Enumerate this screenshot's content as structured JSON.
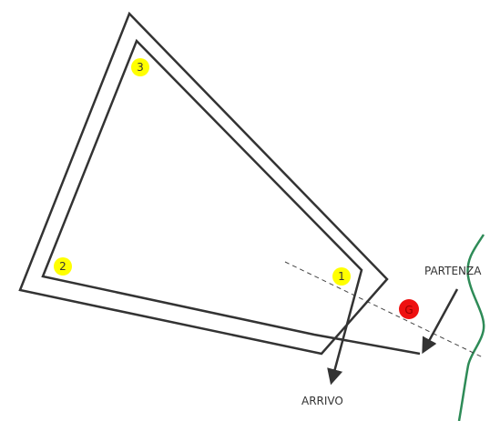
{
  "labels": {
    "start": "PARTENZA",
    "finish": "ARRIVO"
  },
  "buoys": [
    {
      "id": "1",
      "label": "1",
      "color": "#ffff00"
    },
    {
      "id": "2",
      "label": "2",
      "color": "#ffff00"
    },
    {
      "id": "3",
      "label": "3",
      "color": "#ffff00"
    },
    {
      "id": "G",
      "label": "G",
      "color": "#ee1111"
    }
  ],
  "colors": {
    "course": "#333333",
    "shoreline": "#2e8b57",
    "start_line": "#444444",
    "text": "#333333"
  }
}
